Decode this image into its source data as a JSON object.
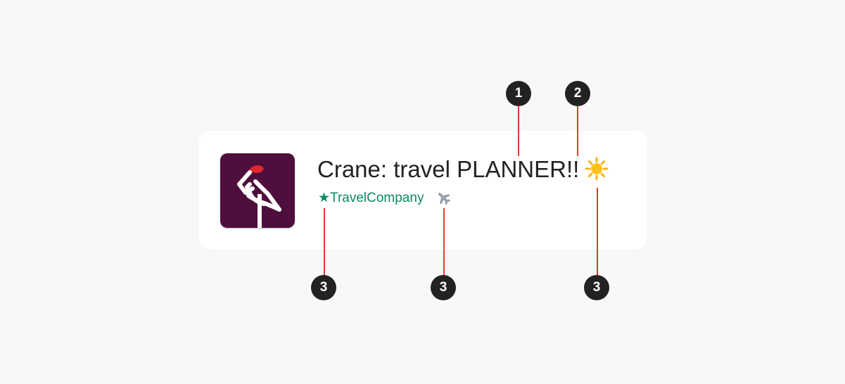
{
  "listing": {
    "app_name": "Crane: travel PLANNER!!",
    "developer_star": "★",
    "developer_name": "TravelCompany",
    "title_emoji_icon": "sun-icon",
    "developer_emoji_icon": "airplane-icon",
    "app_icon": "crane-logo-icon"
  },
  "markers": {
    "m1": "1",
    "m2": "2",
    "m3a": "3",
    "m3b": "3",
    "m3c": "3"
  },
  "colors": {
    "background": "#f8f8f8",
    "card": "#ffffff",
    "icon_background": "#4f0f3d",
    "crane_red": "#e5262e",
    "title_text": "#222222",
    "developer_text": "#0b8a5c",
    "callout_line": "#e03a2e",
    "marker": "#222222"
  }
}
